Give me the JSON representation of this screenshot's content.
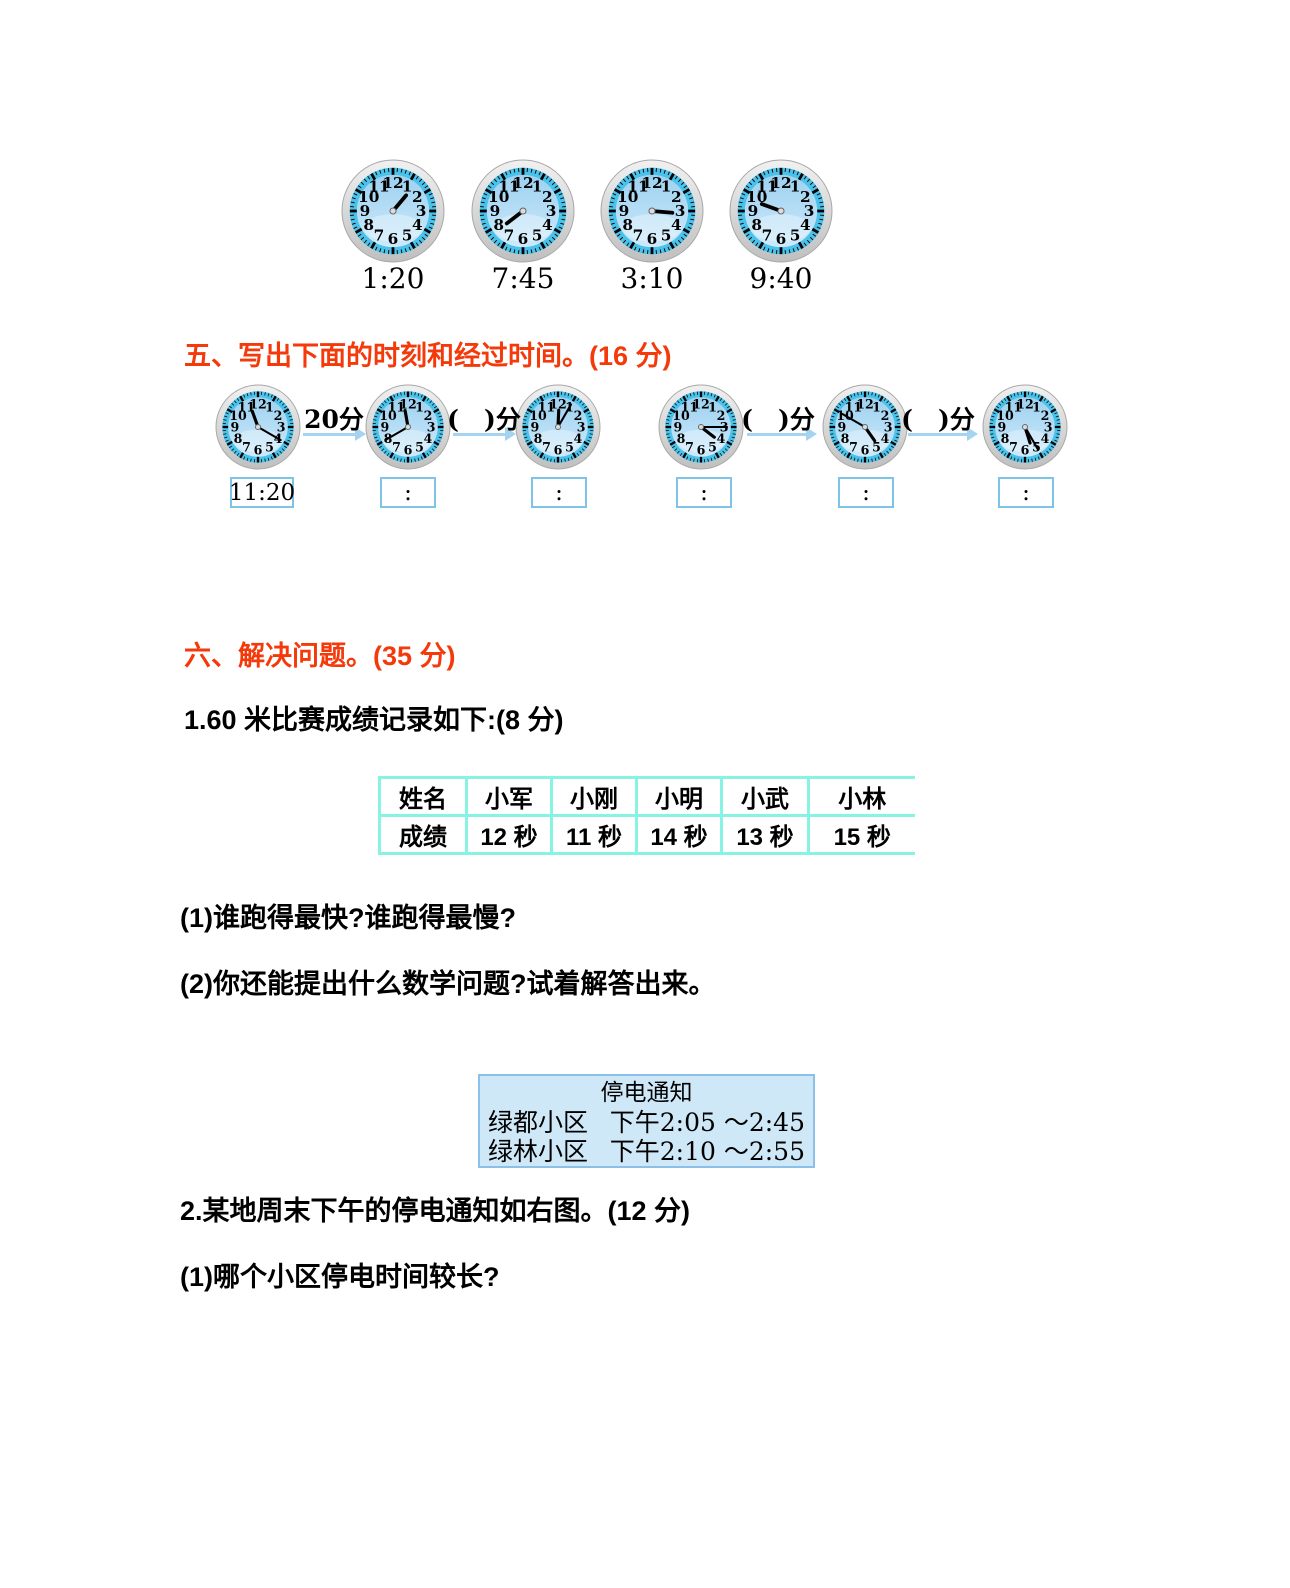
{
  "colors": {
    "heading_red": "#f43a0b",
    "clock_band": "#4ac2ea",
    "clock_face_top": "#9ed1f0",
    "clock_face_bottom": "#cdeafb",
    "arrow_blue": "#a5d4f1",
    "answer_box_border": "#7ec3e8",
    "table_line": "#86f3e3",
    "notice_bg": "#cfe8f8",
    "notice_border": "#8cc0e8"
  },
  "drawing_row": {
    "clocks": [
      {
        "time_label": "1:20",
        "hour": 1,
        "minute": 20,
        "show_minute_hand": false
      },
      {
        "time_label": "7:45",
        "hour": 7,
        "minute": 45,
        "show_minute_hand": false
      },
      {
        "time_label": "3:10",
        "hour": 3,
        "minute": 10,
        "show_minute_hand": false
      },
      {
        "time_label": "9:40",
        "hour": 9,
        "minute": 40,
        "show_minute_hand": false
      }
    ]
  },
  "section5": {
    "heading": "五、写出下面的时刻和经过时间。(16 分)",
    "clocks": [
      {
        "hour": 11,
        "minute": 20,
        "box": "11:20"
      },
      {
        "hour": 11,
        "minute": 40,
        "box": ":"
      },
      {
        "hour": 12,
        "minute": 5,
        "box": ":"
      },
      {
        "hour": 4,
        "minute": 15,
        "box": ":"
      },
      {
        "hour": 4,
        "minute": 50,
        "box": ":"
      },
      {
        "hour": 5,
        "minute": 25,
        "box": ":"
      }
    ],
    "arrows": [
      {
        "label": "20分"
      },
      {
        "label": "(　)分"
      },
      {
        "label": "(　)分"
      },
      {
        "label": "(　)分"
      }
    ]
  },
  "section6": {
    "heading": "六、解决问题。(35 分)",
    "q1": {
      "title": "1.60 米比赛成绩记录如下:(8 分)",
      "table": {
        "rows": [
          [
            "姓名",
            "小军",
            "小刚",
            "小明",
            "小武",
            "小林"
          ],
          [
            "成绩",
            "12 秒",
            "11 秒",
            "14 秒",
            "13 秒",
            "15 秒"
          ]
        ]
      },
      "sub1": "(1)谁跑得最快?谁跑得最慢?",
      "sub2": "(2)你还能提出什么数学问题?试着解答出来。"
    },
    "notice": {
      "title": "停电通知",
      "rows": [
        {
          "name": "绿都小区",
          "time": "下午2:05 ～2:45"
        },
        {
          "name": "绿林小区",
          "time": "下午2:10 ～2:55"
        }
      ]
    },
    "q2": {
      "title": "2.某地周末下午的停电通知如右图。(12 分)",
      "sub1": "(1)哪个小区停电时间较长?"
    }
  }
}
